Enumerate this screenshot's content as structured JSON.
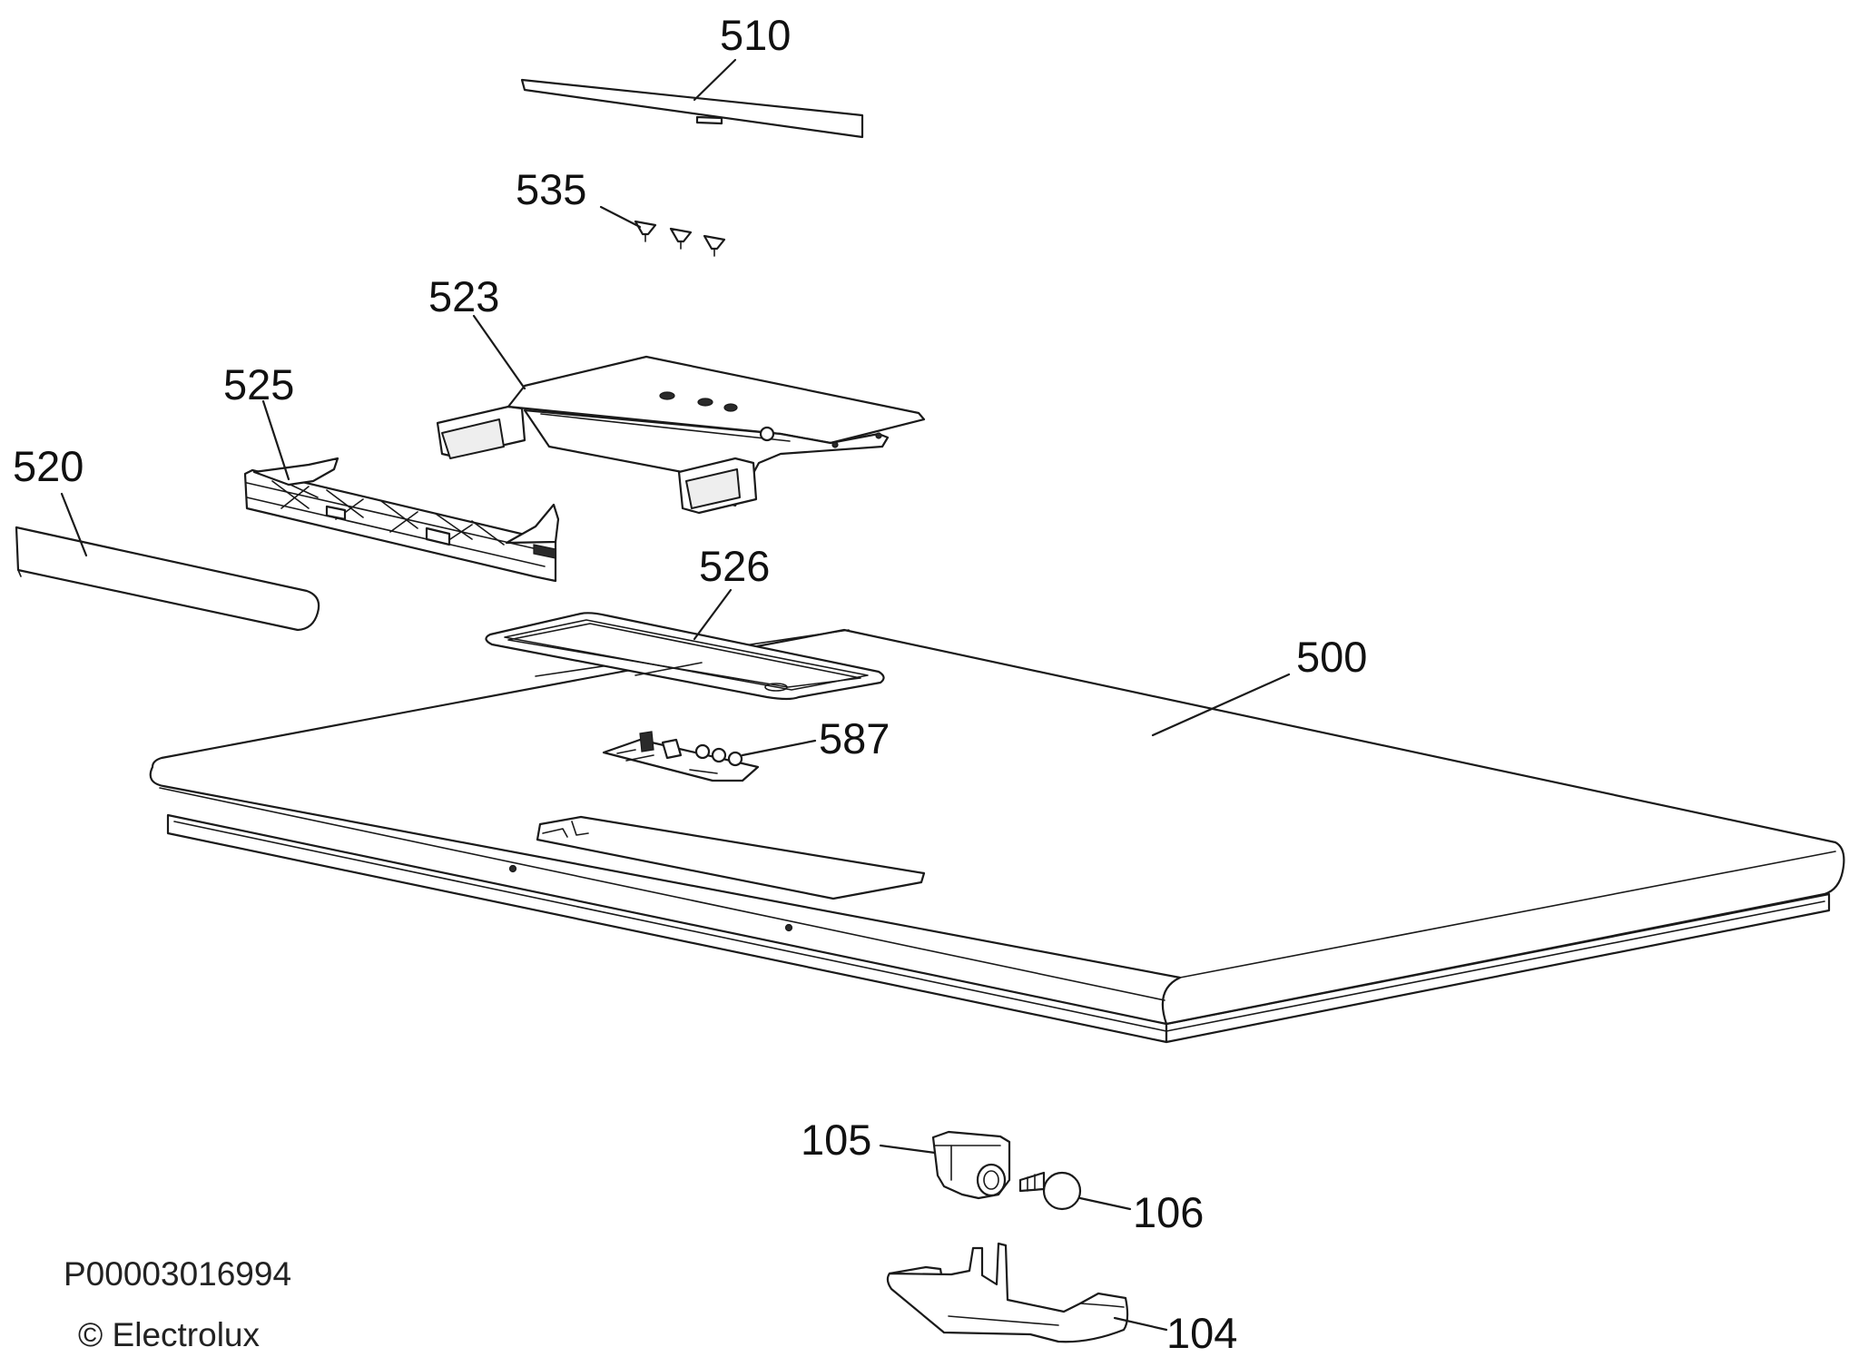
{
  "callouts": {
    "p510": "510",
    "p535": "535",
    "p523": "523",
    "p525": "525",
    "p520": "520",
    "p526": "526",
    "p500": "500",
    "p587": "587",
    "p105": "105",
    "p106": "106",
    "p104": "104"
  },
  "footer": {
    "part_code": "P00003016994",
    "copyright": "© Electrolux"
  }
}
